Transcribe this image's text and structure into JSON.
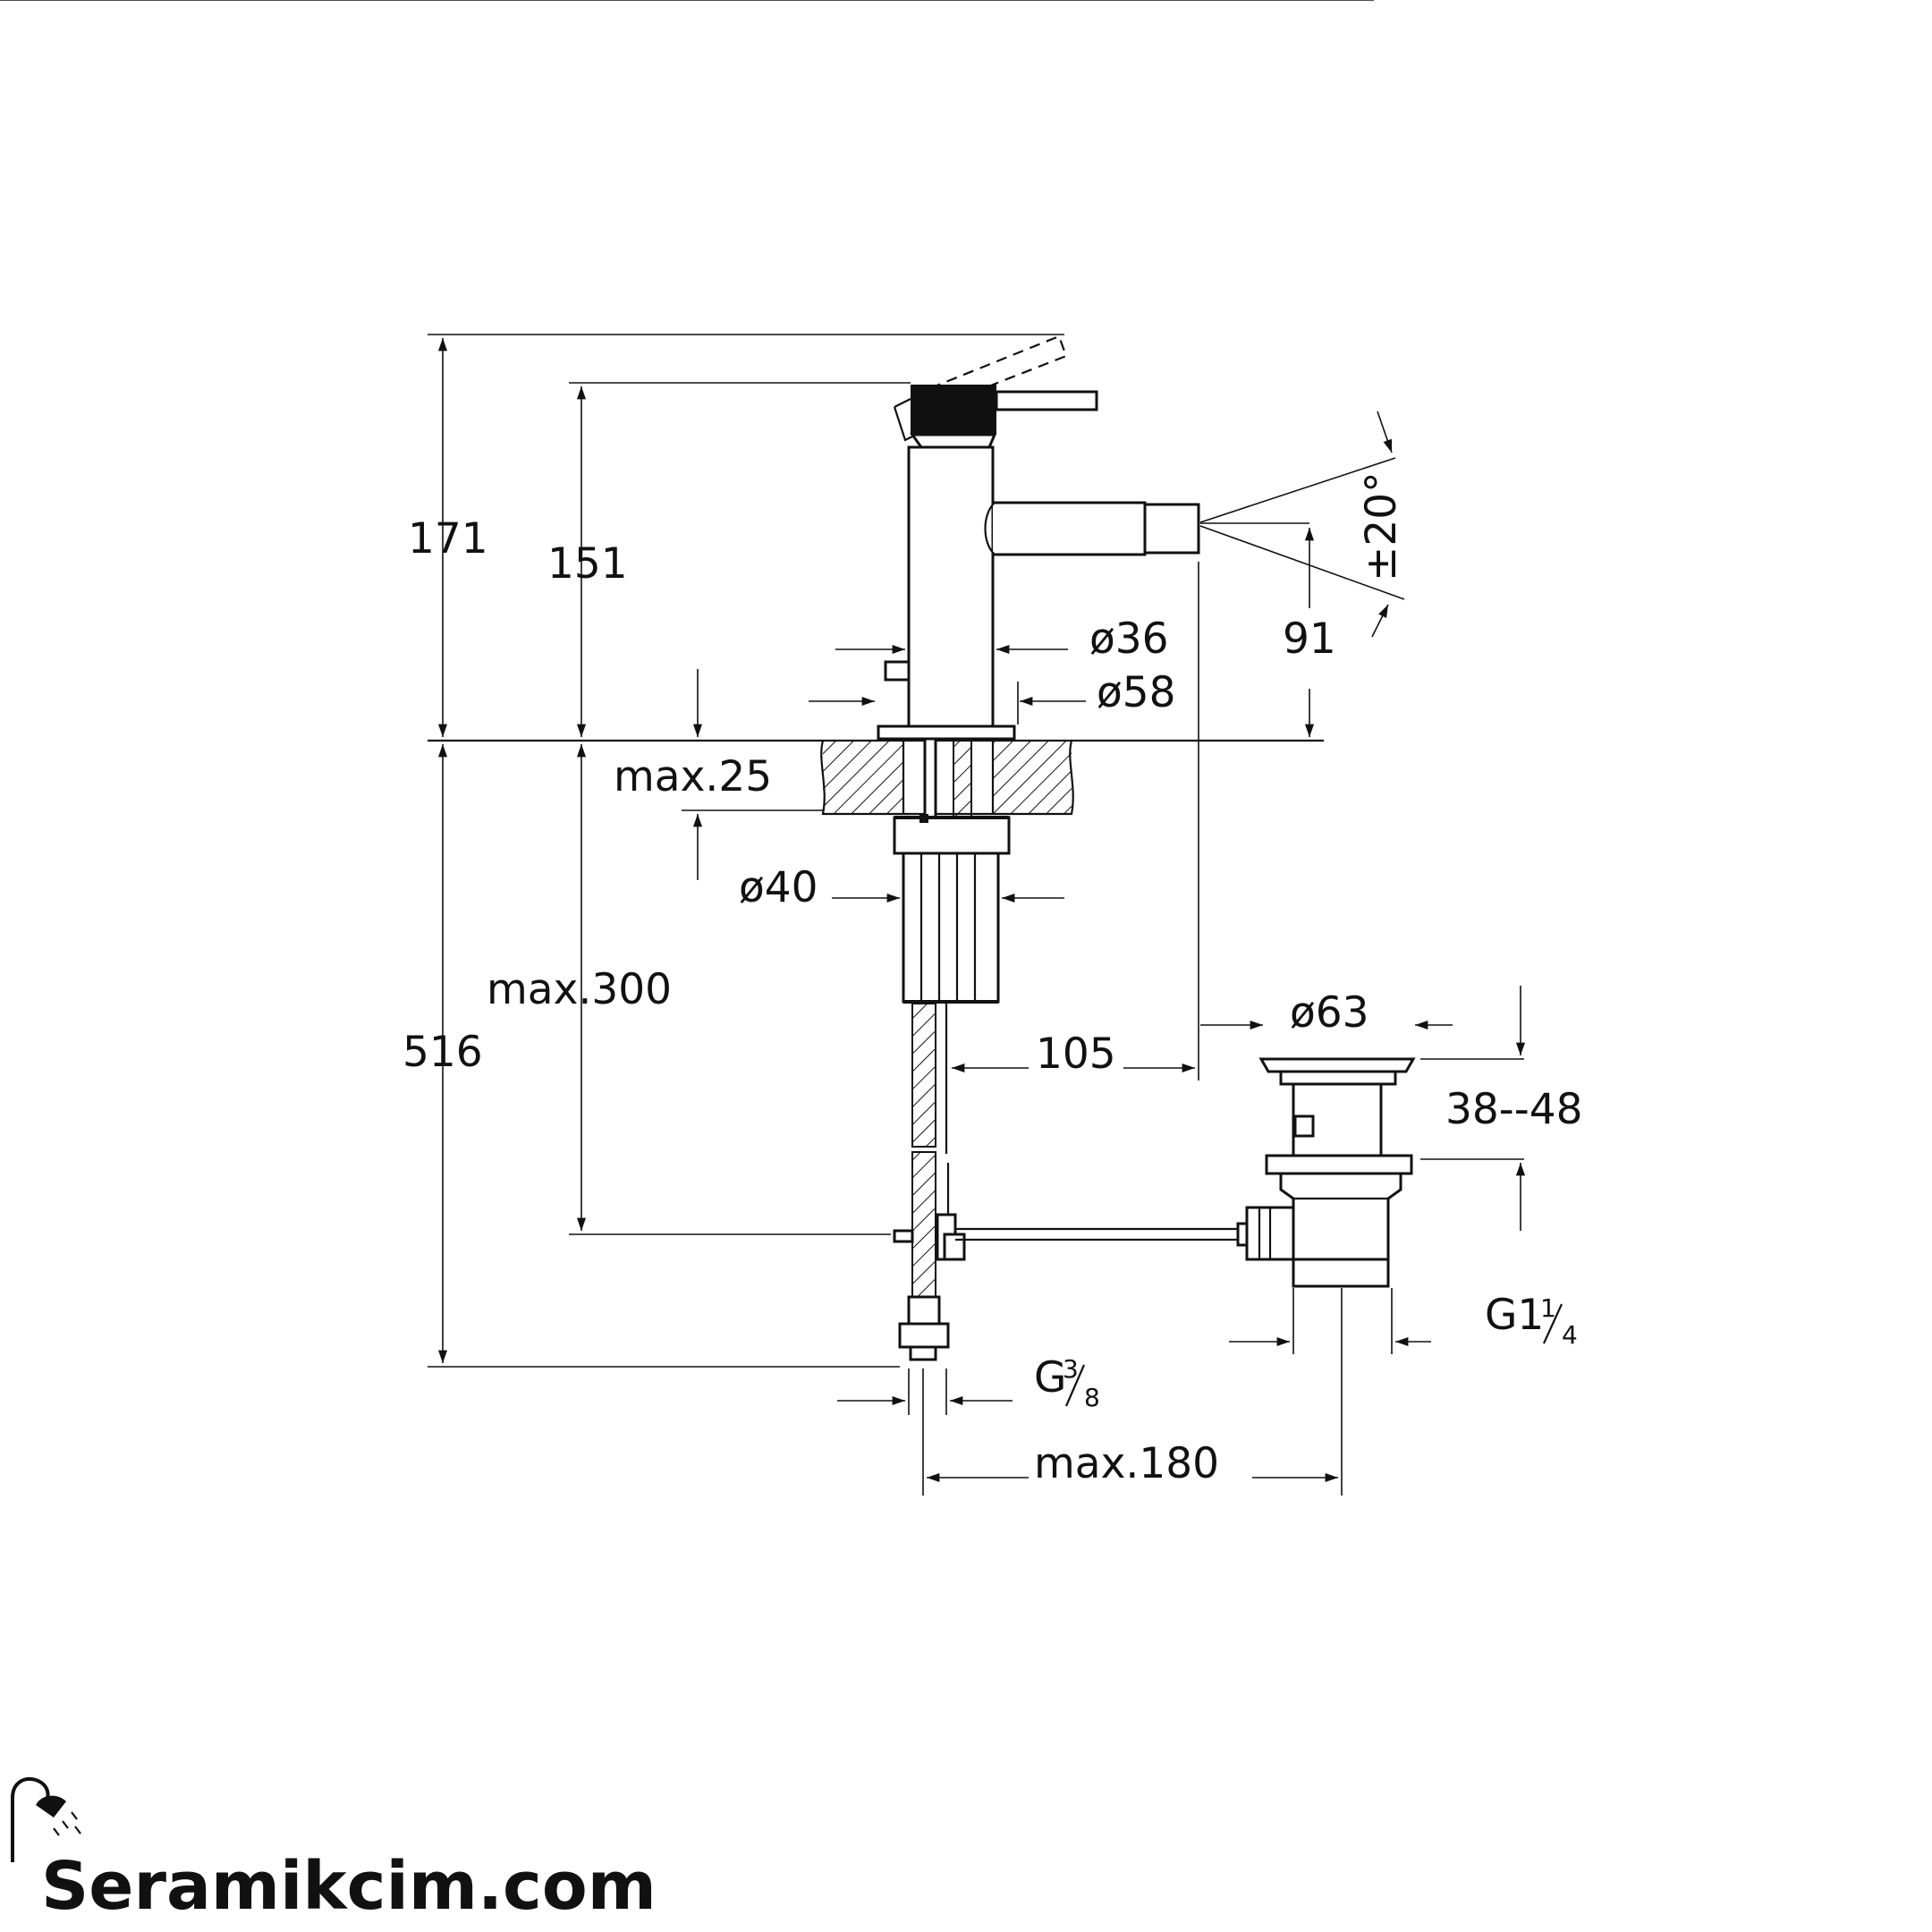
{
  "dimensions": {
    "total_height_top": "171",
    "body_height": "151",
    "spout_angle": "±20°",
    "spout_height": "91",
    "diameter_body": "ø36",
    "diameter_base": "ø58",
    "max_deck": "max.25",
    "diameter_shank": "ø40",
    "max_rod": "max.300",
    "total_height_bottom": "516",
    "spout_reach": "105",
    "diameter_waste": "ø63",
    "waste_range": "38-‑48",
    "waste_thread_main": "G1",
    "waste_thread_num": "1",
    "waste_thread_den": "4",
    "inlet_thread_main": "G",
    "inlet_thread_num": "3",
    "inlet_thread_den": "8",
    "max_distance": "max.180"
  },
  "brand": {
    "name": "Seramikcim.com",
    "icon": "shower-head-icon"
  }
}
